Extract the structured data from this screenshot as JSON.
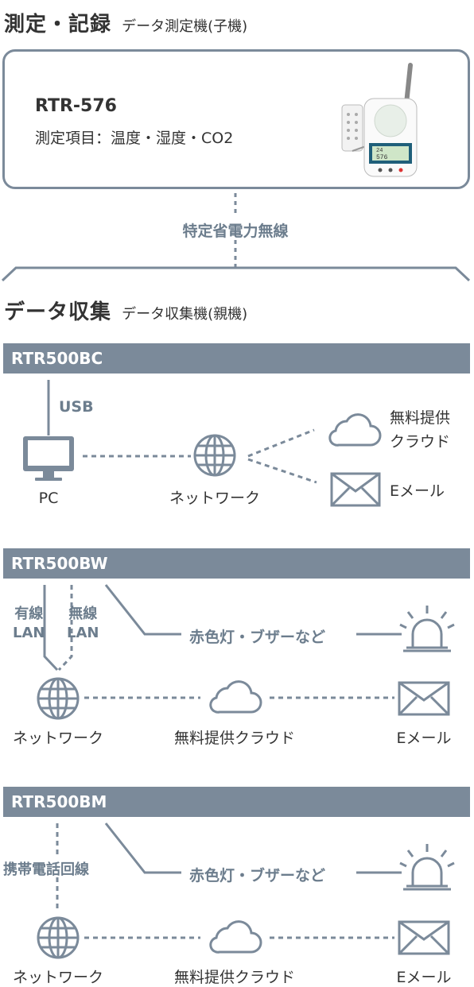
{
  "section1": {
    "title": "測定・記録",
    "subtitle": "データ測定機(子機)"
  },
  "device": {
    "model": "RTR-576",
    "items": "測定項目：温度・湿度・CO2"
  },
  "link_label": "特定省電力無線",
  "section2": {
    "title": "データ収集",
    "subtitle": "データ収集機(親機)"
  },
  "bc": {
    "name": "RTR500BC",
    "usb": "USB",
    "pc": "PC",
    "network": "ネットワーク",
    "cloud_line1": "無料提供",
    "cloud_line2": "クラウド",
    "email": "Eメール"
  },
  "bw": {
    "name": "RTR500BW",
    "wired_line1": "有線",
    "wired_line2": "LAN",
    "wireless_line1": "無線",
    "wireless_line2": "LAN",
    "alarm": "赤色灯・ブザーなど",
    "network": "ネットワーク",
    "cloud": "無料提供クラウド",
    "email": "Eメール"
  },
  "bm": {
    "name": "RTR500BM",
    "mobile": "携帯電話回線",
    "alarm": "赤色灯・ブザーなど",
    "network": "ネットワーク",
    "cloud": "無料提供クラウド",
    "email": "Eメール"
  },
  "device_screen": {
    "line1": "24",
    "line2": "576"
  },
  "colors": {
    "accent": "#7b8a9a",
    "text": "#333333"
  }
}
